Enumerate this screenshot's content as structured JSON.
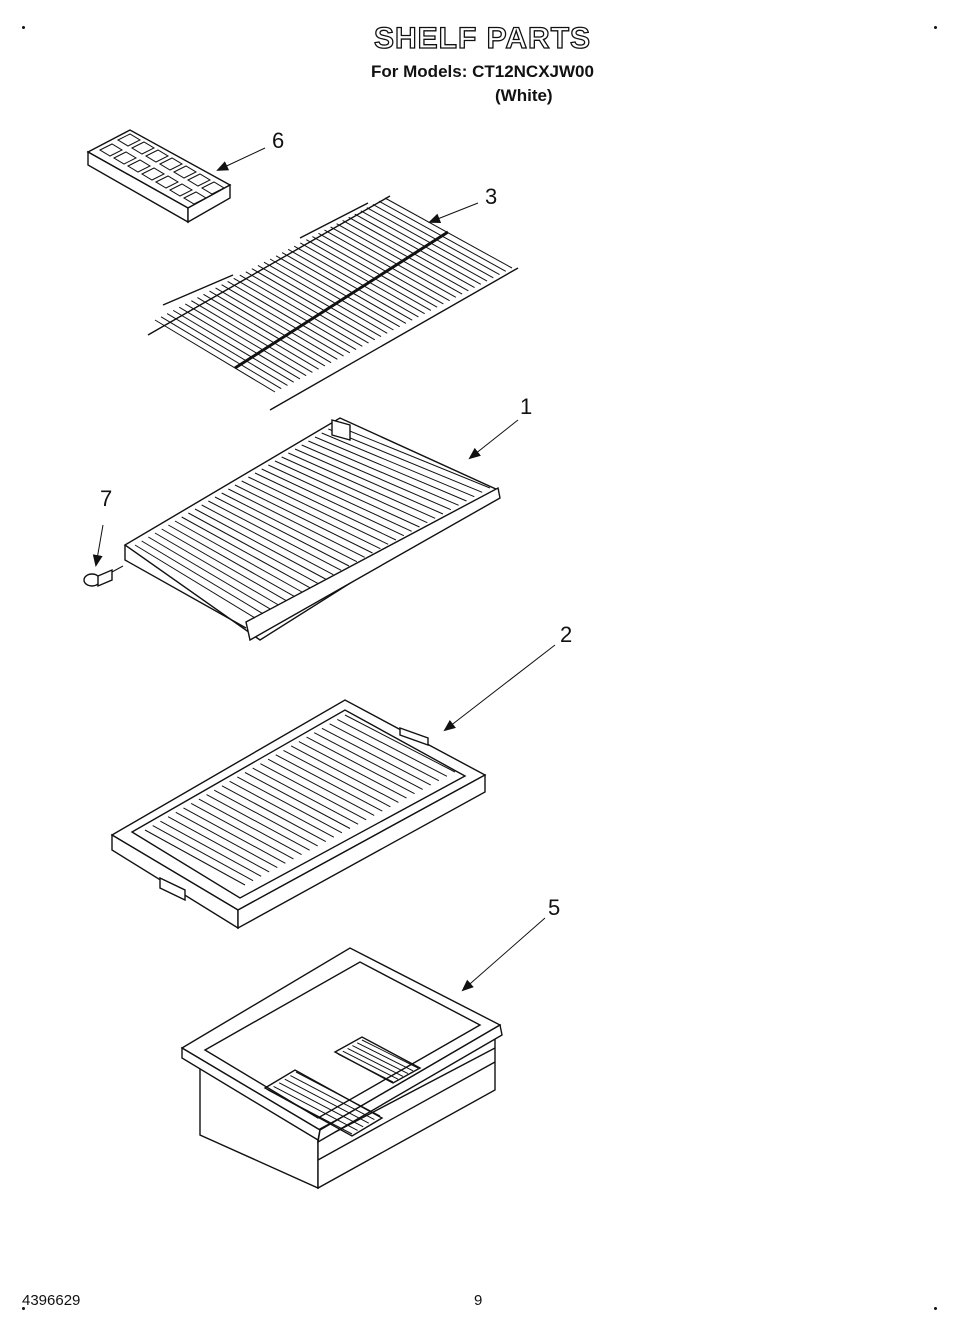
{
  "header": {
    "title": "SHELF PARTS",
    "models_line": "For Models: CT12NCXJW00",
    "models_color": "(White)"
  },
  "callouts": [
    {
      "id": "6",
      "label": "6"
    },
    {
      "id": "3",
      "label": "3"
    },
    {
      "id": "1",
      "label": "1"
    },
    {
      "id": "7",
      "label": "7"
    },
    {
      "id": "2",
      "label": "2"
    },
    {
      "id": "5",
      "label": "5"
    }
  ],
  "footer": {
    "doc_number": "4396629",
    "page_number": "9"
  }
}
